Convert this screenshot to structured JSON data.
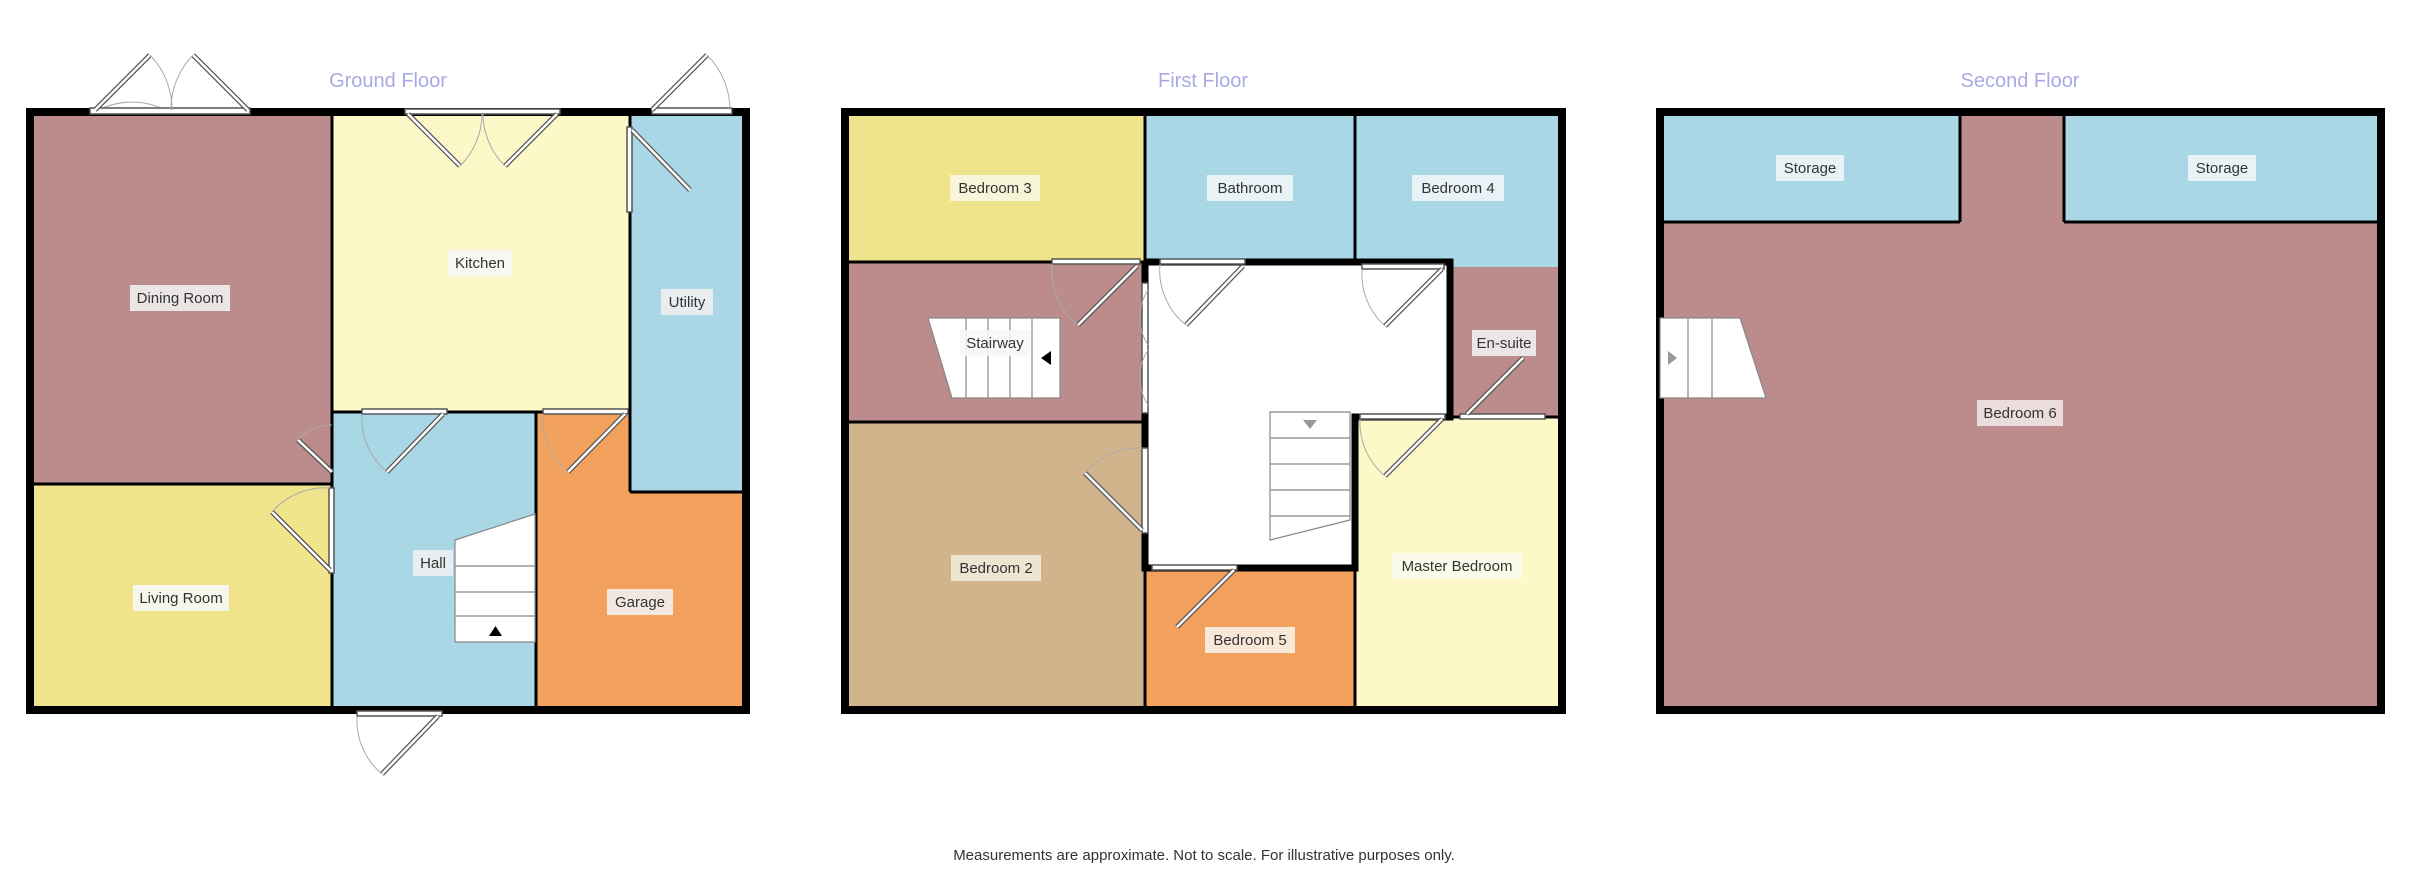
{
  "floors": [
    {
      "title": "Ground Floor",
      "rooms": [
        {
          "label": "Dining Room",
          "color": "#bc8c8c"
        },
        {
          "label": "Kitchen",
          "color": "#fdf8c7"
        },
        {
          "label": "Utility",
          "color": "#a9d7e6"
        },
        {
          "label": "Living Room",
          "color": "#efe48b"
        },
        {
          "label": "Hall",
          "color": "#a9d7e6"
        },
        {
          "label": "Garage",
          "color": "#f3a25e"
        }
      ]
    },
    {
      "title": "First Floor",
      "rooms": [
        {
          "label": "Bedroom 3",
          "color": "#efe48b"
        },
        {
          "label": "Bathroom",
          "color": "#a9d7e6"
        },
        {
          "label": "Bedroom 4",
          "color": "#a9d7e6"
        },
        {
          "label": "Stairway",
          "color": "#bc8c8c"
        },
        {
          "label": "En-suite",
          "color": "#bc8c8c"
        },
        {
          "label": "Bedroom 2",
          "color": "#d2b48c"
        },
        {
          "label": "Master Bedroom",
          "color": "#fdf8c7"
        },
        {
          "label": "Bedroom 5",
          "color": "#f3a25e"
        }
      ]
    },
    {
      "title": "Second Floor",
      "rooms": [
        {
          "label": "Storage",
          "color": "#a9d7e6"
        },
        {
          "label": "Storage",
          "color": "#a9d7e6"
        },
        {
          "label": "Bedroom 6",
          "color": "#bc8c8c"
        }
      ]
    }
  ],
  "disclaimer": "Measurements are approximate. Not to scale. For illustrative purposes only."
}
